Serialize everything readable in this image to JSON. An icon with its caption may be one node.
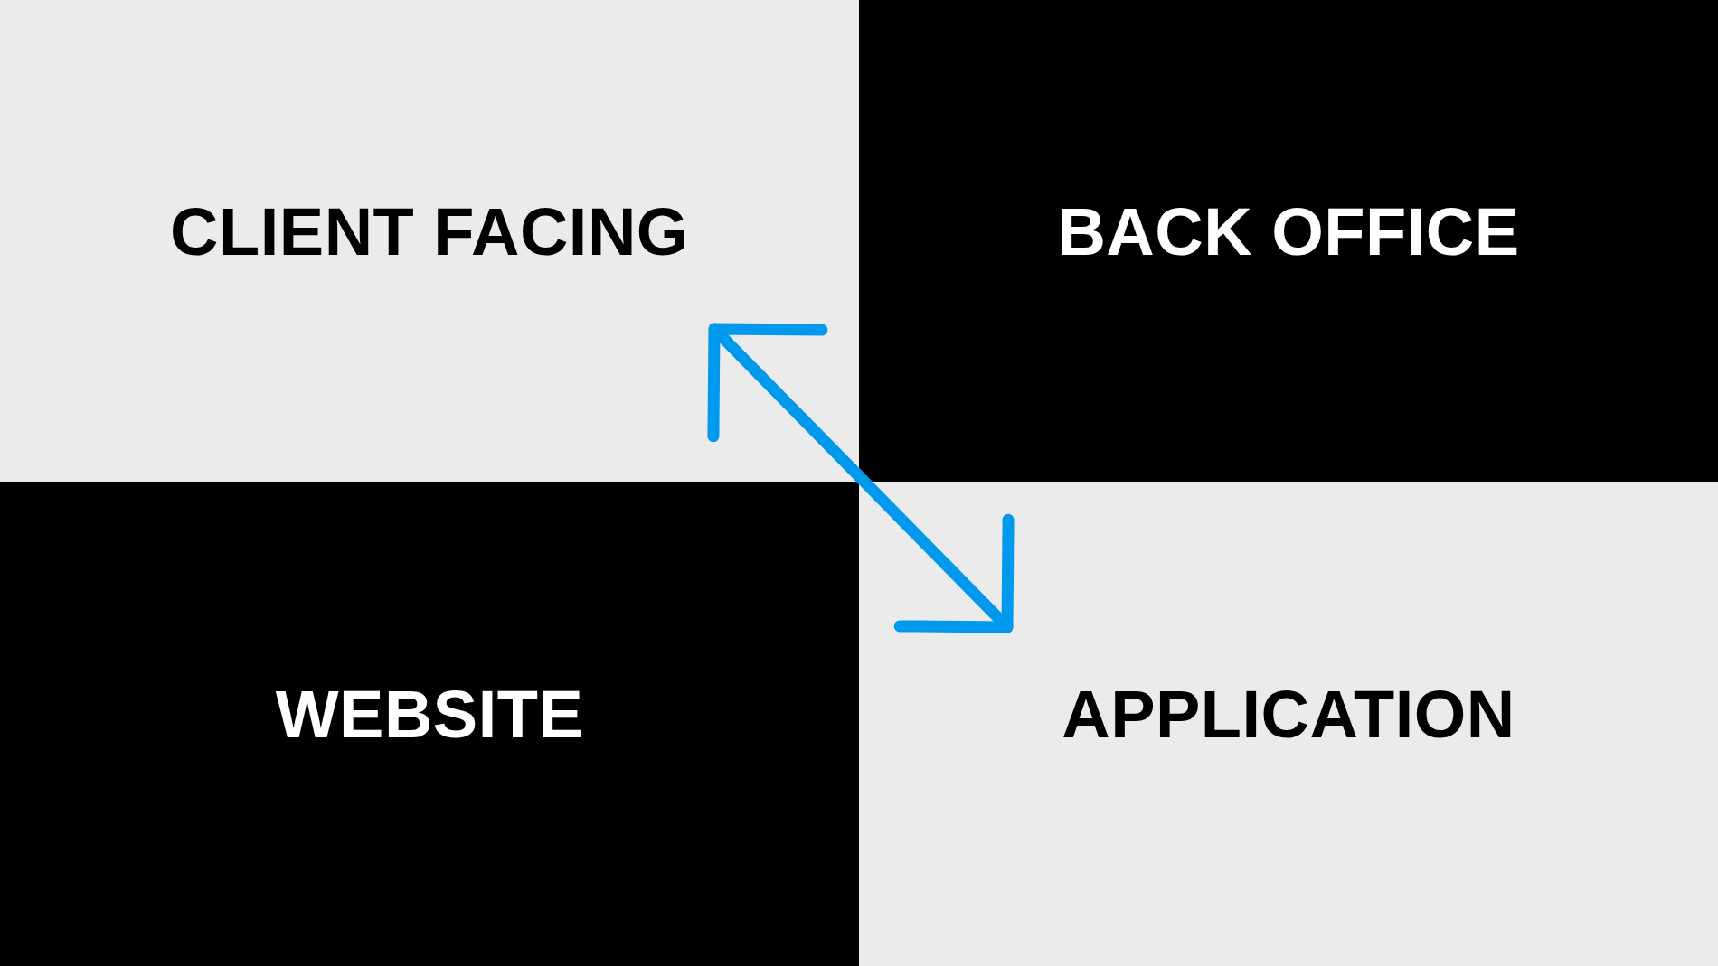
{
  "diagram": {
    "nodes": [
      {
        "text": [
          "CLIENT FACING"
        ]
      },
      {
        "text": [
          "BACK OFFICE"
        ]
      },
      {
        "text": [
          "WEBSITE"
        ]
      },
      {
        "text": [
          "APPLICATION"
        ]
      }
    ],
    "edges": [
      {
        "from": 0,
        "to": 3,
        "arrow": "both",
        "color": "#0099ee"
      }
    ]
  }
}
